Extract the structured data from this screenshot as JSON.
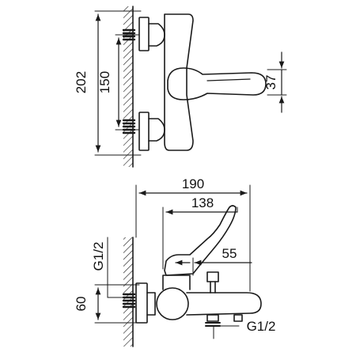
{
  "colors": {
    "stroke": "#1a1a1a",
    "background": "#ffffff"
  },
  "front_view": {
    "dim_total_height": "202",
    "dim_inlet_spacing": "150",
    "dim_lever_height": "37"
  },
  "side_view": {
    "dim_total_depth": "190",
    "dim_lever_reach": "138",
    "dim_lever_offset": "55",
    "dim_inlet_height": "60",
    "thread_inlet": "G1/2",
    "thread_outlet": "G1/2"
  }
}
